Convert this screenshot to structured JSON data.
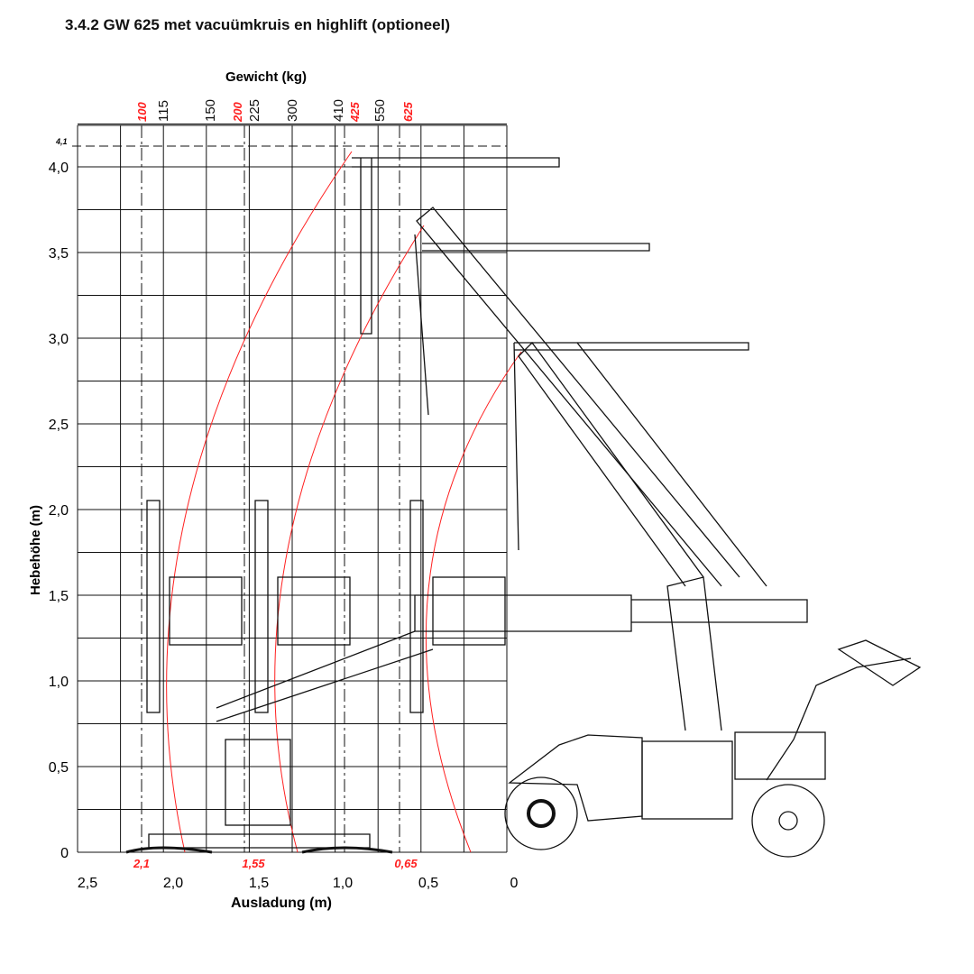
{
  "title": "3.4.2 GW 625 met vacuümkruis en highlift (optioneel)",
  "top_axis": {
    "label": "Gewicht (kg)",
    "ticks": [
      {
        "text": "100",
        "red": true,
        "m": 2.2
      },
      {
        "text": "115",
        "red": false,
        "m": 2.07
      },
      {
        "text": "150",
        "red": false,
        "m": 1.75
      },
      {
        "text": "200",
        "red": true,
        "m": 1.57
      },
      {
        "text": "225",
        "red": false,
        "m": 1.5
      },
      {
        "text": "300",
        "red": false,
        "m": 1.25
      },
      {
        "text": "410",
        "red": false,
        "m": 1.0
      },
      {
        "text": "425",
        "red": true,
        "m": 0.93
      },
      {
        "text": "550",
        "red": false,
        "m": 0.78
      },
      {
        "text": "625",
        "red": true,
        "m": 0.62
      }
    ]
  },
  "y_axis": {
    "label": "Hebehöhe (m)",
    "ticks": [
      "0",
      "0,5",
      "1,0",
      "1,5",
      "2,0",
      "2,5",
      "3,0",
      "3,5",
      "4,0"
    ],
    "marker": "4,1"
  },
  "x_axis": {
    "label": "Ausladung (m)",
    "ticks": [
      "2,5",
      "2,0",
      "1,5",
      "1,0",
      "0,5",
      "0"
    ],
    "markers": [
      "2,1",
      "1,55",
      "0,65"
    ]
  },
  "colors": {
    "accent": "#ff2020",
    "line": "#111111"
  }
}
